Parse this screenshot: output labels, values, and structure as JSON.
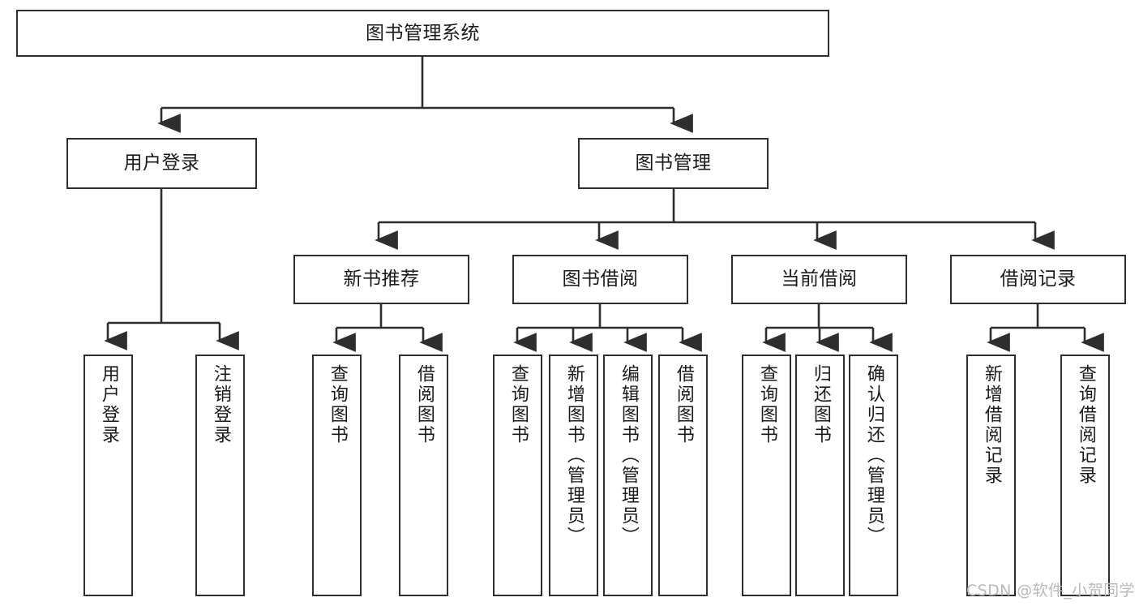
{
  "diagram": {
    "title": "图书管理系统",
    "type": "hierarchy-tree",
    "levels": 4,
    "colors": {
      "box_border": "#2e2e2e",
      "box_fill": "#ffffff",
      "connector": "#2e2e2e",
      "text": "#1a1a1a",
      "watermark": "#b9b9b9"
    },
    "root": {
      "label": "图书管理系统"
    },
    "level2": [
      {
        "label": "用户登录"
      },
      {
        "label": "图书管理"
      }
    ],
    "level3": [
      {
        "label": "新书推荐"
      },
      {
        "label": "图书借阅"
      },
      {
        "label": "当前借阅"
      },
      {
        "label": "借阅记录"
      }
    ],
    "leaves": {
      "user_login": [
        {
          "label": "用户登录"
        },
        {
          "label": "注销登录"
        }
      ],
      "new_book": [
        {
          "label": "查询图书"
        },
        {
          "label": "借阅图书"
        }
      ],
      "book_borrow": [
        {
          "label": "查询图书"
        },
        {
          "label": "新增图书（管理员）"
        },
        {
          "label": "编辑图书（管理员）"
        },
        {
          "label": "借阅图书"
        }
      ],
      "current_borrow": [
        {
          "label": "查询图书"
        },
        {
          "label": "归还图书"
        },
        {
          "label": "确认归还（管理员）"
        }
      ],
      "borrow_record": [
        {
          "label": "新增借阅记录"
        },
        {
          "label": "查询借阅记录"
        }
      ]
    }
  },
  "watermark": {
    "text": "CSDN @软件_小贺同学"
  }
}
